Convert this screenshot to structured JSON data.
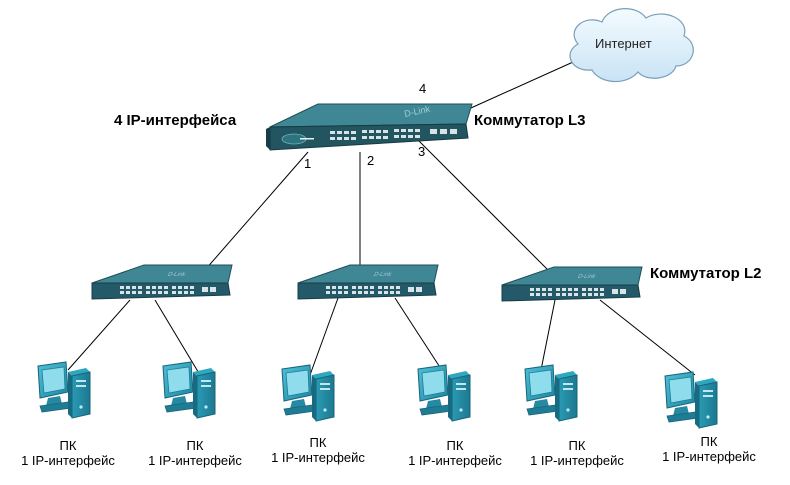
{
  "cloud": {
    "label": "Интернет"
  },
  "core_switch": {
    "name": "Коммутатор L3",
    "interfaces": "4 IP-интерфейса",
    "brand": "D-Link"
  },
  "ports": [
    "1",
    "2",
    "3",
    "4"
  ],
  "access_switch": {
    "name": "Коммутатор L2",
    "brand": "D-Link"
  },
  "pcs": [
    {
      "type": "ПК",
      "interfaces": "1 IP-интерфейс"
    },
    {
      "type": "ПК",
      "interfaces": "1 IP-интерфейс"
    },
    {
      "type": "ПК",
      "interfaces": "1 IP-интерфейс"
    },
    {
      "type": "ПК",
      "interfaces": "1 IP-интерфейс"
    },
    {
      "type": "ПК",
      "interfaces": "1 IP-интерфейс"
    },
    {
      "type": "ПК",
      "interfaces": "1 IP-интерфейс"
    }
  ],
  "colors": {
    "switch_top": "#3f8794",
    "switch_front": "#21545e",
    "pc_body": "#2c9db6",
    "link": "#000000"
  }
}
